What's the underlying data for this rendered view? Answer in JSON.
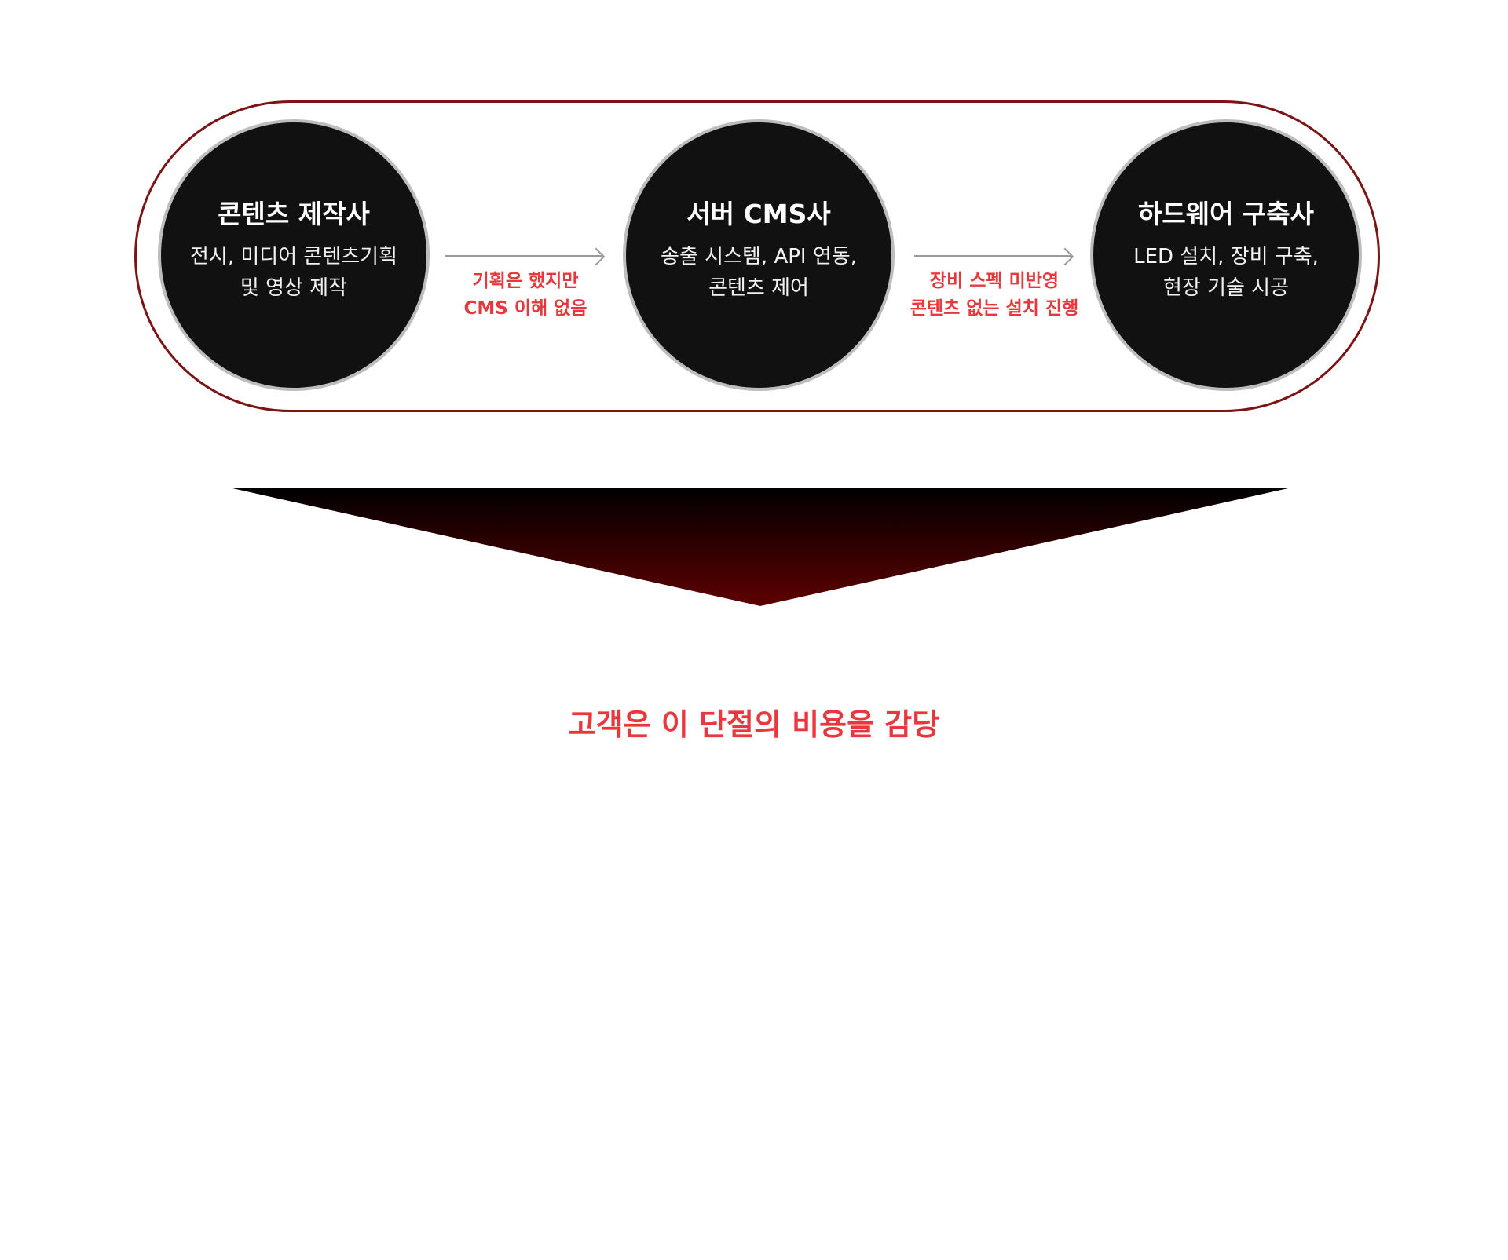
{
  "nodes": [
    {
      "title": "콘텐츠 제작사",
      "desc_line1": "전시, 미디어 콘텐츠기획",
      "desc_line2": "및 영상 제작"
    },
    {
      "title": "서버 CMS사",
      "desc_line1": "송출 시스템, API 연동,",
      "desc_line2": "콘텐츠 제어"
    },
    {
      "title": "하드웨어 구축사",
      "desc_line1": "LED 설치, 장비 구축,",
      "desc_line2": "현장 기술 시공"
    }
  ],
  "gaps": [
    {
      "line1": "기획은 했지만",
      "line2": "CMS 이해 없음"
    },
    {
      "line1": "장비 스펙 미반영",
      "line2": "콘텐츠 없는 설치 진행"
    }
  ],
  "conclusion": "고객은 이 단절의 비용을 감당",
  "colors": {
    "accent_red": "#e8383d",
    "pill_border": "#7d1414",
    "node_fill": "#111111",
    "node_border": "#bdbdbd",
    "funnel_top": "#000000",
    "funnel_bottom": "#5e0000",
    "arrow": "#9a9a9a"
  },
  "icons": [
    "arrow-right-icon",
    "arrow-right-icon",
    "funnel-down-icon"
  ]
}
